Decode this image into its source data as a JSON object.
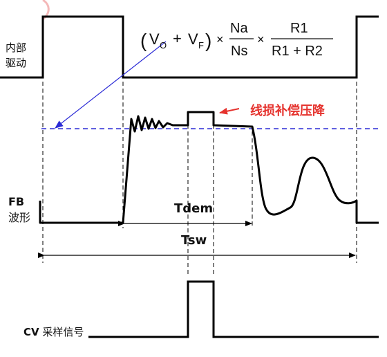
{
  "labels": {
    "internal_drive_line1": "内部",
    "internal_drive_line2": "驱动",
    "fb_line1": "FB",
    "fb_line2": "波形",
    "cv_prefix": "CV",
    "cv_text": "采样信号",
    "line_comp": "线损补偿压降",
    "tdem": "Tdem",
    "tsw": "Tsw"
  },
  "formula": {
    "lparen": "(",
    "v": "V",
    "sub_o": "O",
    "plus": "+",
    "sub_f": "F",
    "rparen": ")",
    "times": "×",
    "num1": "Na",
    "den1": "Ns",
    "num2": "R1",
    "den2": "R1 + R2"
  },
  "colors": {
    "waveform": "#000000",
    "reference_line": "#2b2bd6",
    "annotation": "#e5322d"
  }
}
